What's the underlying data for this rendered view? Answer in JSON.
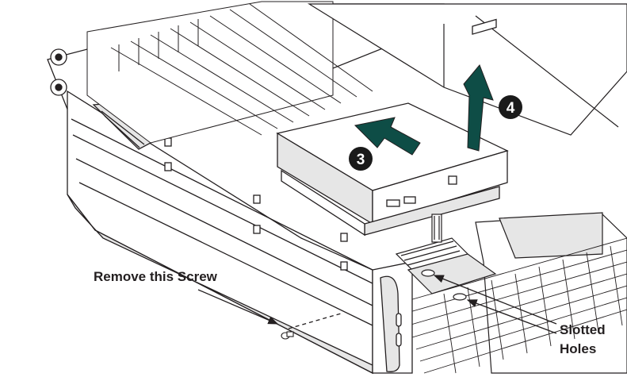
{
  "labels": {
    "remove_screw": "Remove this Screw",
    "slotted": "Slotted",
    "holes": "Holes"
  },
  "steps": [
    {
      "number": "3",
      "arrow": "push-back-arrow"
    },
    {
      "number": "4",
      "arrow": "lift-up-arrow"
    }
  ],
  "colors": {
    "line": "#231f20",
    "arrow_fill": "#0e4d46",
    "badge_fill": "#1a1a1a",
    "metal_light": "#ffffff",
    "metal_shade": "#e6e6e6"
  }
}
